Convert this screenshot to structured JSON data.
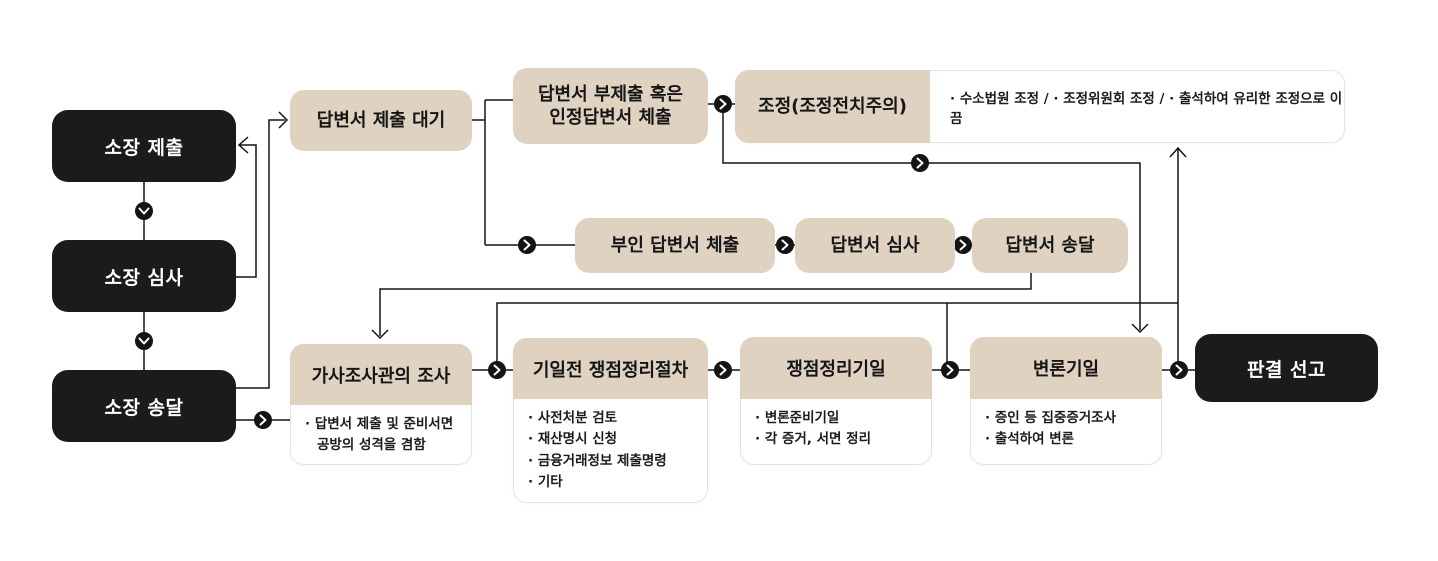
{
  "diagram_title": "",
  "colors": {
    "node_black": "#1b1b1b",
    "node_tan": "#e0d2c0",
    "line": "#141414",
    "card_border": "#e3e3e3",
    "note_text": "#1c1c1c",
    "background": "#ffffff"
  },
  "icons": {
    "flow_chevron_icon": "›",
    "arrowhead_right_icon": "→",
    "arrowhead_left_icon": "←",
    "arrowhead_up_icon": "↑",
    "arrowhead_down_icon": "↓"
  },
  "nodes": {
    "complaint_filing": {
      "label": "소장 제출"
    },
    "complaint_review": {
      "label": "소장 심사"
    },
    "complaint_service": {
      "label": "소장 송달"
    },
    "answer_wait": {
      "label": "답변서 제출 대기"
    },
    "answer_none": {
      "lines": [
        "답변서 부제출 혹은",
        "인정답변서 체출"
      ]
    },
    "mediation": {
      "label": "조정(조정전치주의)",
      "note": "· 수소법원 조정 / · 조정위원회 조정 / · 출석하여 유리한 조정으로 이끔"
    },
    "answer_denial": {
      "label": "부인 답변서 체출"
    },
    "answer_review": {
      "label": "답변서 심사"
    },
    "answer_service": {
      "label": "답변서 송달"
    },
    "investigation": {
      "label": "가사조사관의 조사",
      "notes": [
        "· 답변서 제출 및 준비서면",
        "공방의 성격을 겸함"
      ]
    },
    "pretrial": {
      "label": "기일전 쟁점정리절차",
      "notes": [
        "· 사전처분 검토",
        "· 재산명시 신청",
        "· 금융거래정보 제출명령",
        "· 기타"
      ]
    },
    "issue_date": {
      "label": "쟁점정리기일",
      "notes": [
        "· 변론준비기일",
        "· 각 증거, 서면 정리"
      ]
    },
    "trial_date": {
      "label": "변론기일",
      "notes": [
        "· 증인 등 집중증거조사",
        "· 출석하여 변론"
      ]
    },
    "judgment": {
      "label": "판결 선고"
    }
  }
}
